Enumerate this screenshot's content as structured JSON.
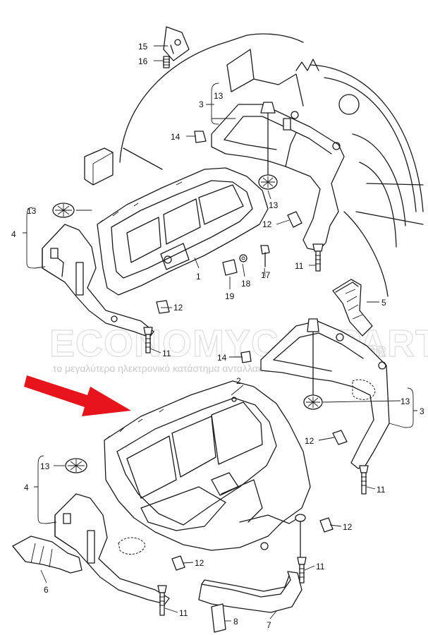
{
  "watermark": {
    "brand": "ECONOMYCARPARTS",
    "tld": ".GR",
    "tagline": "το μεγαλύτερο ηλεκτρονικό κατάστημα ανταλλακτικών"
  },
  "colors": {
    "line": "#1a1a1a",
    "arrow": "#e8141c",
    "watermark": "#c9c9c9"
  },
  "callouts": {
    "c15": "15",
    "c16": "16",
    "c13a": "13",
    "c3a": "3",
    "c14a": "14",
    "c13b": "13",
    "c12a": "12",
    "c4a": "4",
    "c13c": "13",
    "c1": "1",
    "c17": "17",
    "c18": "18",
    "c19": "19",
    "c11a": "11",
    "c12b": "12",
    "c11b": "11",
    "c5": "5",
    "c14b": "14",
    "c2": "2",
    "c13d": "13",
    "c3b": "3",
    "c12c": "12",
    "c13e": "13",
    "c4b": "4",
    "c12d": "12",
    "c11c": "11",
    "c12e": "12",
    "c11d": "11",
    "c6": "6",
    "c11e": "11",
    "c8": "8",
    "c7": "7"
  }
}
